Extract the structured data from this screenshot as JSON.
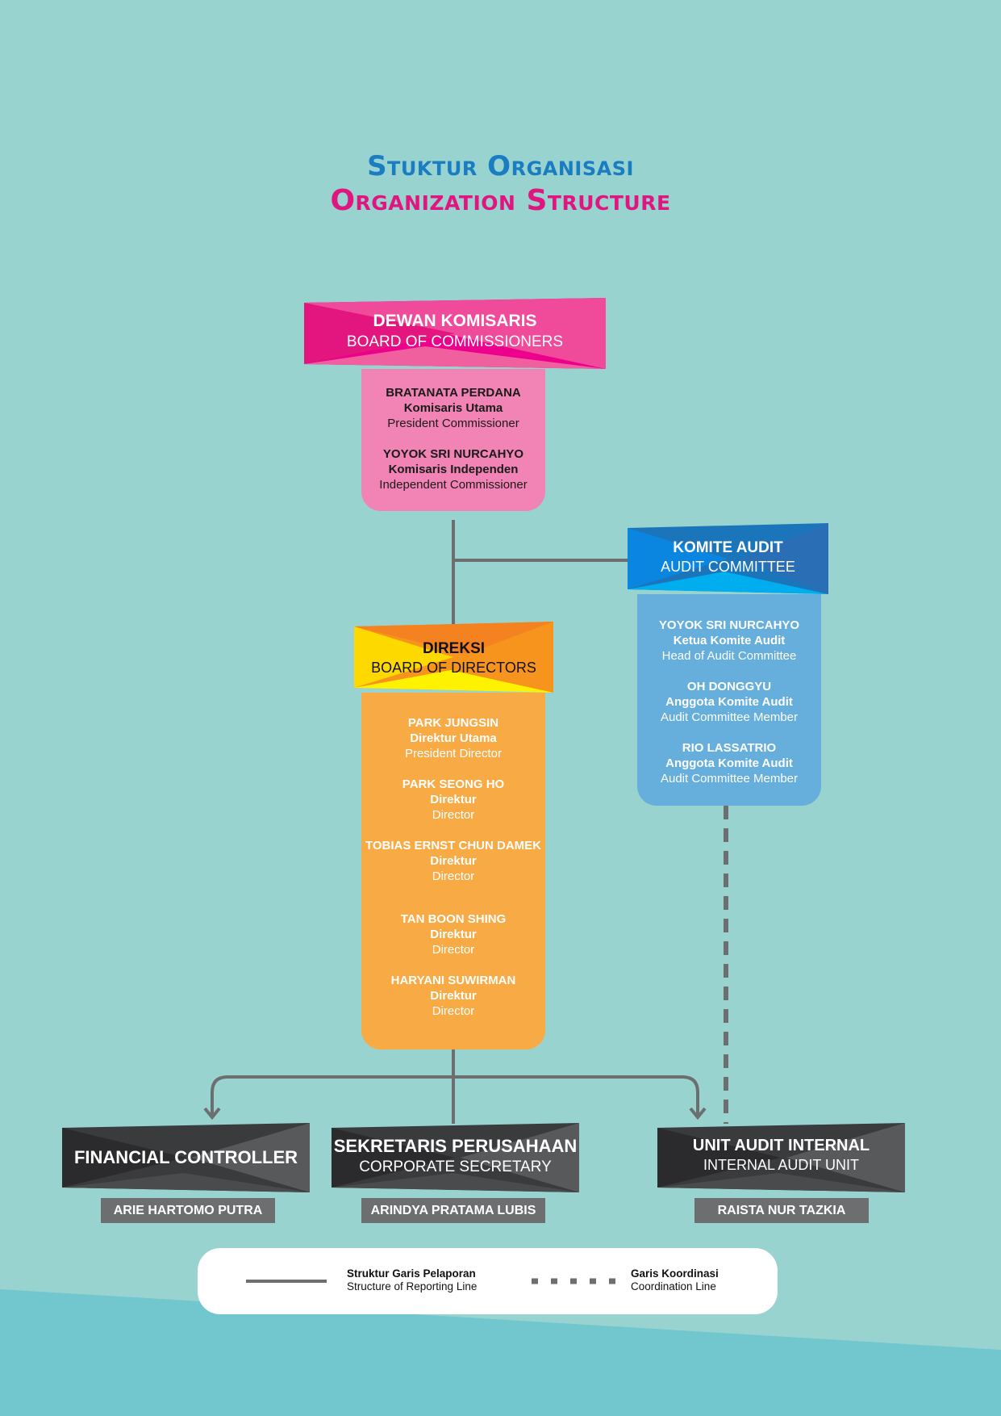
{
  "title": {
    "id": "Stuktur Organisasi",
    "en": "Organization Structure"
  },
  "colors": {
    "background": "#98d3d0",
    "commissioners": "#ec008c",
    "commissioners_panel": "#f284b5",
    "audit_committee": "#1b75bb",
    "audit_panel": "#66aedb",
    "directors": "#f7941d",
    "directors_panel": "#f8aa45",
    "dark_unit": "#3a3b3d",
    "line": "#6d6e70"
  },
  "board_of_commissioners": {
    "title_id": "DEWAN KOMISARIS",
    "title_en": "BOARD OF COMMISSIONERS",
    "members": [
      {
        "name": "BRATANATA PERDANA",
        "position_id": "Komisaris Utama",
        "position_en": "President Commissioner"
      },
      {
        "name": "YOYOK SRI NURCAHYO",
        "position_id": "Komisaris Independen",
        "position_en": "Independent Commissioner"
      }
    ]
  },
  "audit_committee": {
    "title_id": "KOMITE AUDIT",
    "title_en": "AUDIT COMMITTEE",
    "members": [
      {
        "name": "YOYOK SRI NURCAHYO",
        "position_id": "Ketua Komite Audit",
        "position_en": "Head of Audit Committee"
      },
      {
        "name": "OH DONGGYU",
        "position_id": "Anggota Komite Audit",
        "position_en": "Audit Committee Member"
      },
      {
        "name": "RIO LASSATRIO",
        "position_id": "Anggota Komite Audit",
        "position_en": "Audit Committee Member"
      }
    ]
  },
  "board_of_directors": {
    "title_id": "DIREKSI",
    "title_en": "BOARD OF DIRECTORS",
    "members": [
      {
        "name": "PARK JUNGSIN",
        "position_id": "Direktur Utama",
        "position_en": "President Director"
      },
      {
        "name": "PARK SEONG HO",
        "position_id": "Direktur",
        "position_en": "Director"
      },
      {
        "name": "TOBIAS ERNST CHUN DAMEK",
        "position_id": "Direktur",
        "position_en": "Director"
      },
      {
        "name": "TAN BOON SHING",
        "position_id": "Direktur",
        "position_en": "Director"
      },
      {
        "name": "HARYANI SUWIRMAN",
        "position_id": "Direktur",
        "position_en": "Director"
      }
    ]
  },
  "units": [
    {
      "title_id": "FINANCIAL CONTROLLER",
      "title_en": "",
      "person": "ARIE HARTOMO PUTRA"
    },
    {
      "title_id": "SEKRETARIS PERUSAHAAN",
      "title_en": "CORPORATE SECRETARY",
      "person": "ARINDYA PRATAMA LUBIS"
    },
    {
      "title_id": "UNIT AUDIT INTERNAL",
      "title_en": "INTERNAL AUDIT UNIT",
      "person": "RAISTA NUR TAZKIA"
    }
  ],
  "legend": {
    "reporting_id": "Struktur Garis Pelaporan",
    "reporting_en": "Structure of Reporting Line",
    "coordination_id": "Garis Koordinasi",
    "coordination_en": "Coordination Line"
  }
}
